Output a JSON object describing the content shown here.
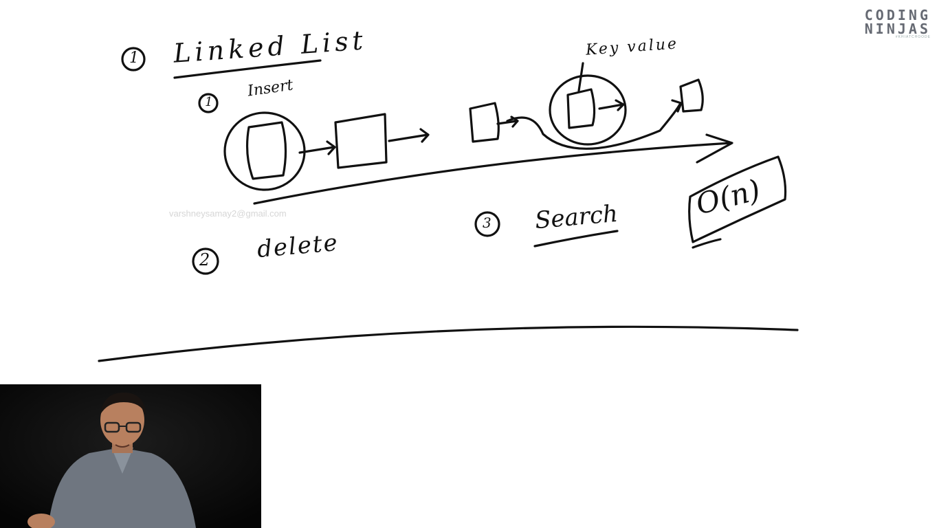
{
  "brand": {
    "line1": "CODING",
    "line2": "NINJAS",
    "tagline": "#KHIATCHOODE"
  },
  "watermark": "varshneysamay2@gmail.com",
  "notes": {
    "n1": "1",
    "heading": "Linked List",
    "n1_sub": "1",
    "insert": "Insert",
    "key_value": "Key value",
    "n2": "2",
    "delete": "delete",
    "n3": "3",
    "search": "Search",
    "complexity": "O(n)"
  },
  "colors": {
    "brand_orange": "#e8692b",
    "brand_gray": "#666a73",
    "ink": "#111111"
  }
}
